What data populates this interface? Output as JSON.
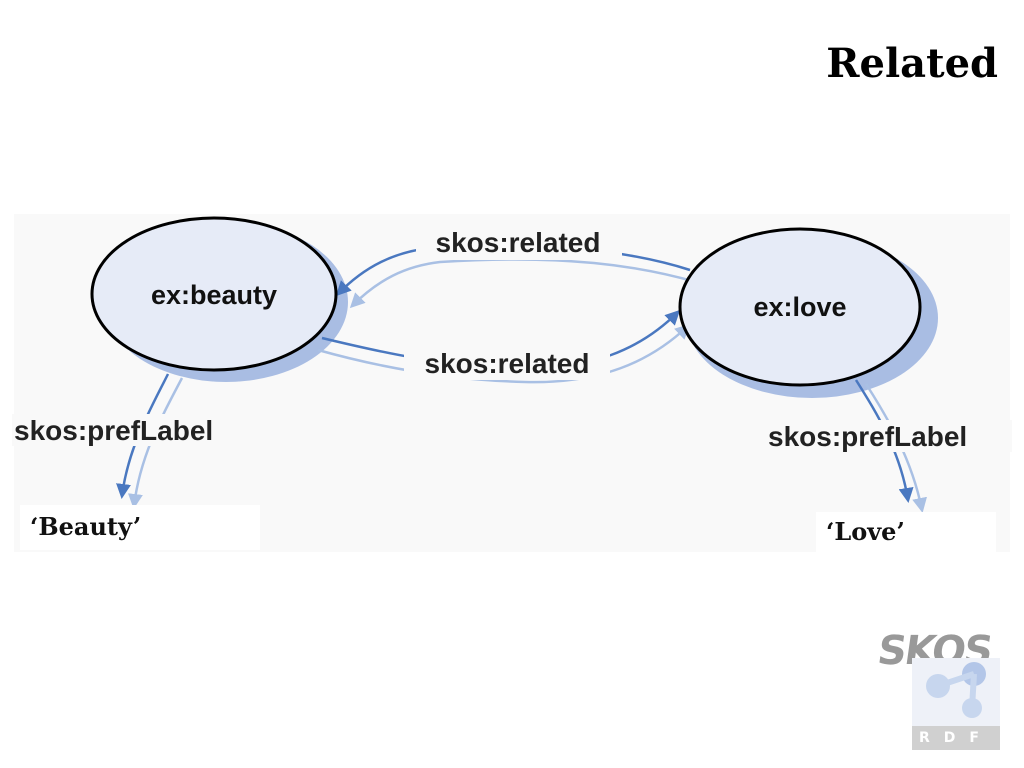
{
  "slide": {
    "title": "Related"
  },
  "diagram": {
    "nodes": {
      "beauty": {
        "label": "ex:beauty"
      },
      "love": {
        "label": "ex:love"
      }
    },
    "edges": {
      "related_top": {
        "label": "skos:related"
      },
      "related_bottom": {
        "label": "skos:related"
      },
      "preflabel_left": {
        "label": "skos:prefLabel"
      },
      "preflabel_right": {
        "label": "skos:prefLabel"
      }
    },
    "literals": {
      "beauty": {
        "label": "‘Beauty’"
      },
      "love": {
        "label": "‘Love’"
      }
    },
    "colors": {
      "node_fill": "#e6ebf7",
      "node_shadow": "#a9bde3",
      "arrow": "#4a78c0",
      "arrow_light": "#a9c0e4"
    }
  },
  "logo": {
    "word": "SKOS",
    "sub": "RDF",
    "icon": "rdf-molecule-icon"
  }
}
